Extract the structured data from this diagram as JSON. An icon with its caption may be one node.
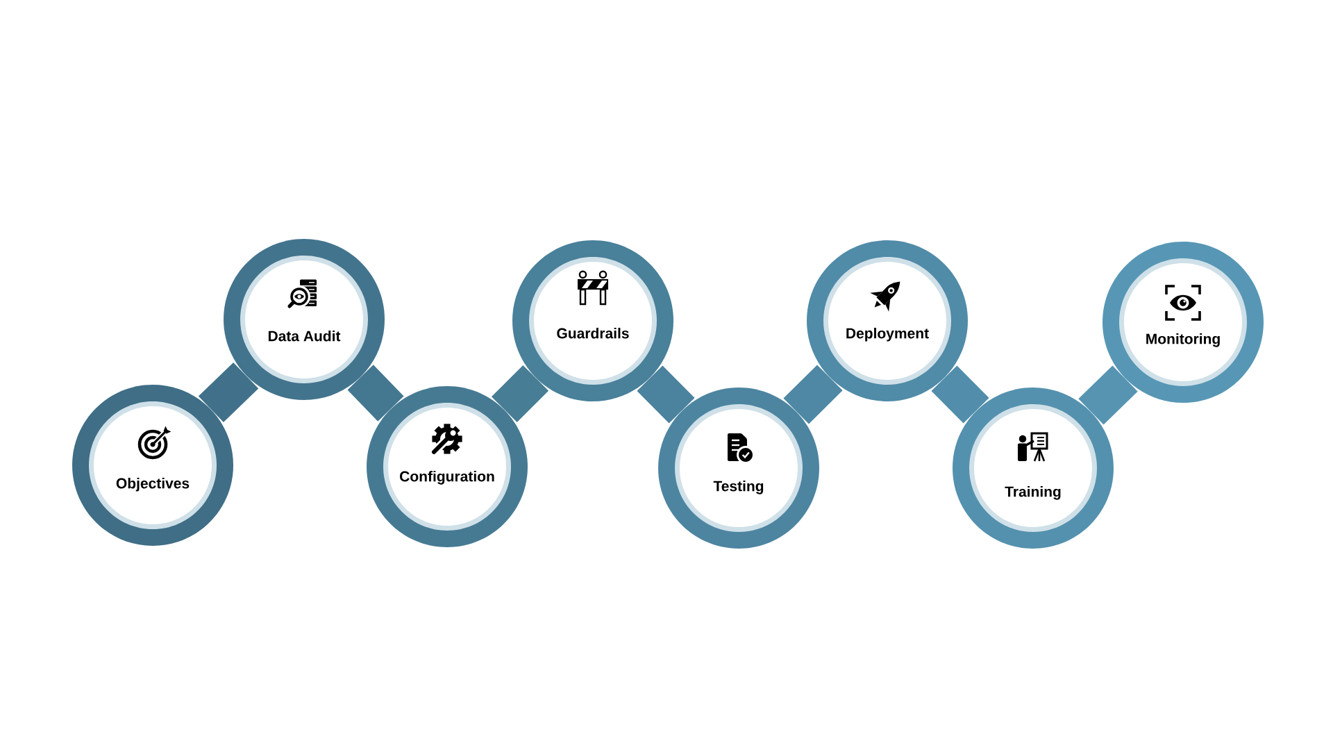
{
  "diagram": {
    "nodes": [
      {
        "text": [
          "Objectives"
        ]
      },
      {
        "text": [
          "Data Audit"
        ]
      },
      {
        "text": [
          "Configuration"
        ]
      },
      {
        "text": [
          "Guardrails"
        ]
      },
      {
        "text": [
          "Testing"
        ]
      },
      {
        "text": [
          "Deployment"
        ]
      },
      {
        "text": [
          "Training"
        ]
      },
      {
        "text": [
          "Monitoring"
        ]
      }
    ],
    "edges": [
      {
        "from": 0,
        "to": 1,
        "arrow": "none"
      },
      {
        "from": 1,
        "to": 2,
        "arrow": "none"
      },
      {
        "from": 2,
        "to": 3,
        "arrow": "none"
      },
      {
        "from": 3,
        "to": 4,
        "arrow": "none"
      },
      {
        "from": 4,
        "to": 5,
        "arrow": "none"
      },
      {
        "from": 5,
        "to": 6,
        "arrow": "none"
      },
      {
        "from": 6,
        "to": 7,
        "arrow": "none"
      }
    ]
  }
}
